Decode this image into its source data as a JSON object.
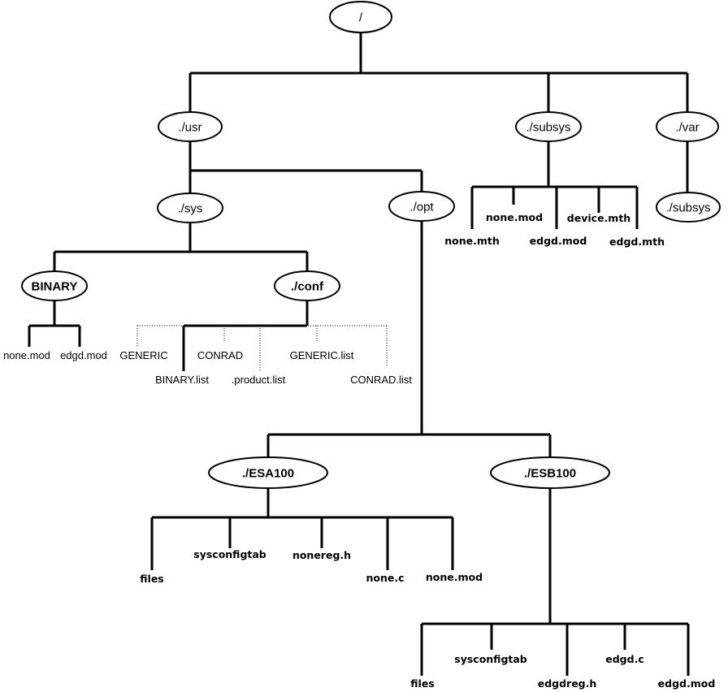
{
  "diagram": {
    "title": "Directory tree",
    "nodes": {
      "root": "/",
      "usr": "./usr",
      "subsys_top": "./subsys",
      "var": "./var",
      "var_subsys": "./subsys",
      "sys": "./sys",
      "opt": "./opt",
      "binary": "BINARY",
      "conf": "./conf",
      "esa100": "./ESA100",
      "esb100": "./ESB100"
    },
    "leaves": {
      "subsys_files": [
        "none.mth",
        "none.mod",
        "edgd.mod",
        "device.mth",
        "edgd.mth"
      ],
      "binary_files": [
        "none.mod",
        "edgd.mod"
      ],
      "conf_files_solid": [
        "BINARY.list"
      ],
      "conf_files_dotted": [
        "GENERIC",
        "CONRAD",
        ".product.list",
        "GENERIC.list",
        "CONRAD.list"
      ],
      "esa100_files": [
        "files",
        "sysconfigtab",
        "nonereg.h",
        "none.c",
        "none.mod"
      ],
      "esb100_files": [
        "files",
        "sysconfigtab",
        "edgdreg.h",
        "edgd.c",
        "edgd.mod"
      ]
    }
  }
}
